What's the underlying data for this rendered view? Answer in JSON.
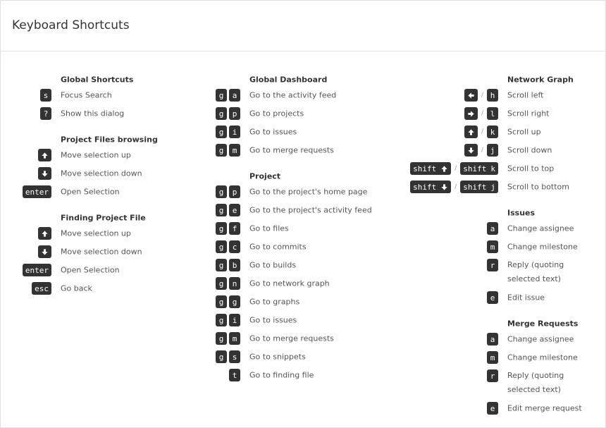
{
  "modal": {
    "title": "Keyboard Shortcuts"
  },
  "col1": {
    "global": {
      "title": "Global Shortcuts",
      "rows": [
        {
          "key": "s",
          "desc": "Focus Search"
        },
        {
          "key": "?",
          "desc": "Show this dialog"
        }
      ]
    },
    "files": {
      "title": "Project Files browsing",
      "rows": [
        {
          "icon": "arrow-up-icon",
          "desc": "Move selection up"
        },
        {
          "icon": "arrow-down-icon",
          "desc": "Move selection down"
        },
        {
          "key": "enter",
          "desc": "Open Selection"
        }
      ]
    },
    "finding": {
      "title": "Finding Project File",
      "rows": [
        {
          "icon": "arrow-up-icon",
          "desc": "Move selection up"
        },
        {
          "icon": "arrow-down-icon",
          "desc": "Move selection down"
        },
        {
          "key": "enter",
          "desc": "Open Selection"
        },
        {
          "key": "esc",
          "desc": "Go back"
        }
      ]
    }
  },
  "col2": {
    "dashboard": {
      "title": "Global Dashboard",
      "rows": [
        {
          "k1": "g",
          "k2": "a",
          "desc": "Go to the activity feed"
        },
        {
          "k1": "g",
          "k2": "p",
          "desc": "Go to projects"
        },
        {
          "k1": "g",
          "k2": "i",
          "desc": "Go to issues"
        },
        {
          "k1": "g",
          "k2": "m",
          "desc": "Go to merge requests"
        }
      ]
    },
    "project": {
      "title": "Project",
      "rows": [
        {
          "k1": "g",
          "k2": "p",
          "desc": "Go to the project's home page"
        },
        {
          "k1": "g",
          "k2": "e",
          "desc": "Go to the project's activity feed"
        },
        {
          "k1": "g",
          "k2": "f",
          "desc": "Go to files"
        },
        {
          "k1": "g",
          "k2": "c",
          "desc": "Go to commits"
        },
        {
          "k1": "g",
          "k2": "b",
          "desc": "Go to builds"
        },
        {
          "k1": "g",
          "k2": "n",
          "desc": "Go to network graph"
        },
        {
          "k1": "g",
          "k2": "g",
          "desc": "Go to graphs"
        },
        {
          "k1": "g",
          "k2": "i",
          "desc": "Go to issues"
        },
        {
          "k1": "g",
          "k2": "m",
          "desc": "Go to merge requests"
        },
        {
          "k1": "g",
          "k2": "s",
          "desc": "Go to snippets"
        },
        {
          "k2": "t",
          "desc": "Go to finding file"
        }
      ]
    }
  },
  "col3": {
    "network": {
      "title": "Network Graph",
      "separator": "/",
      "shift": "shift",
      "rows": [
        {
          "icon": "arrow-left-icon",
          "key": "h",
          "desc": "Scroll left"
        },
        {
          "icon": "arrow-right-icon",
          "key": "l",
          "desc": "Scroll right"
        },
        {
          "icon": "arrow-up-icon",
          "key": "k",
          "desc": "Scroll up"
        },
        {
          "icon": "arrow-down-icon",
          "key": "j",
          "desc": "Scroll down"
        },
        {
          "icon": "arrow-up-icon",
          "key": "k",
          "desc": "Scroll to top"
        },
        {
          "icon": "arrow-down-icon",
          "key": "j",
          "desc": "Scroll to bottom"
        }
      ]
    },
    "issues": {
      "title": "Issues",
      "rows": [
        {
          "key": "a",
          "desc": "Change assignee"
        },
        {
          "key": "m",
          "desc": "Change milestone"
        },
        {
          "key": "r",
          "desc": "Reply (quoting selected text)"
        },
        {
          "key": "e",
          "desc": "Edit issue"
        }
      ]
    },
    "merge": {
      "title": "Merge Requests",
      "rows": [
        {
          "key": "a",
          "desc": "Change assignee"
        },
        {
          "key": "m",
          "desc": "Change milestone"
        },
        {
          "key": "r",
          "desc": "Reply (quoting selected text)"
        },
        {
          "key": "e",
          "desc": "Edit merge request"
        }
      ]
    }
  }
}
